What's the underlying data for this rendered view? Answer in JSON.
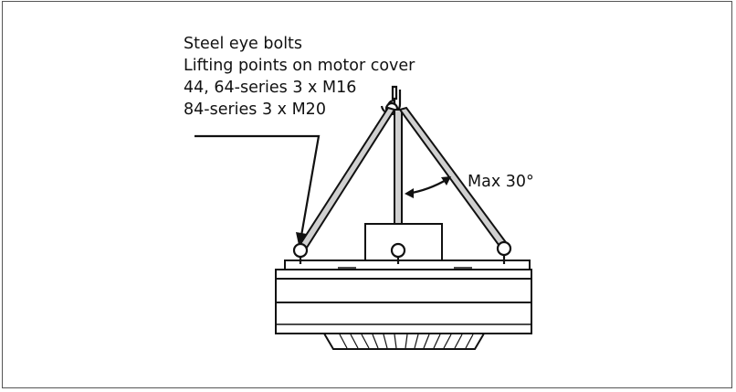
{
  "labels": {
    "line1": "Steel eye bolts",
    "line2": "Lifting points on motor cover",
    "line3": "44, 64-series 3 x M16",
    "line4": "84-series 3 x M20"
  },
  "angle_label": "Max 30°",
  "colors": {
    "stroke": "#111111",
    "sling_fill": "#d0d0d0",
    "frame_border": "#555555"
  },
  "icons": [
    "lifting-hook-icon",
    "eye-bolt-icon"
  ]
}
